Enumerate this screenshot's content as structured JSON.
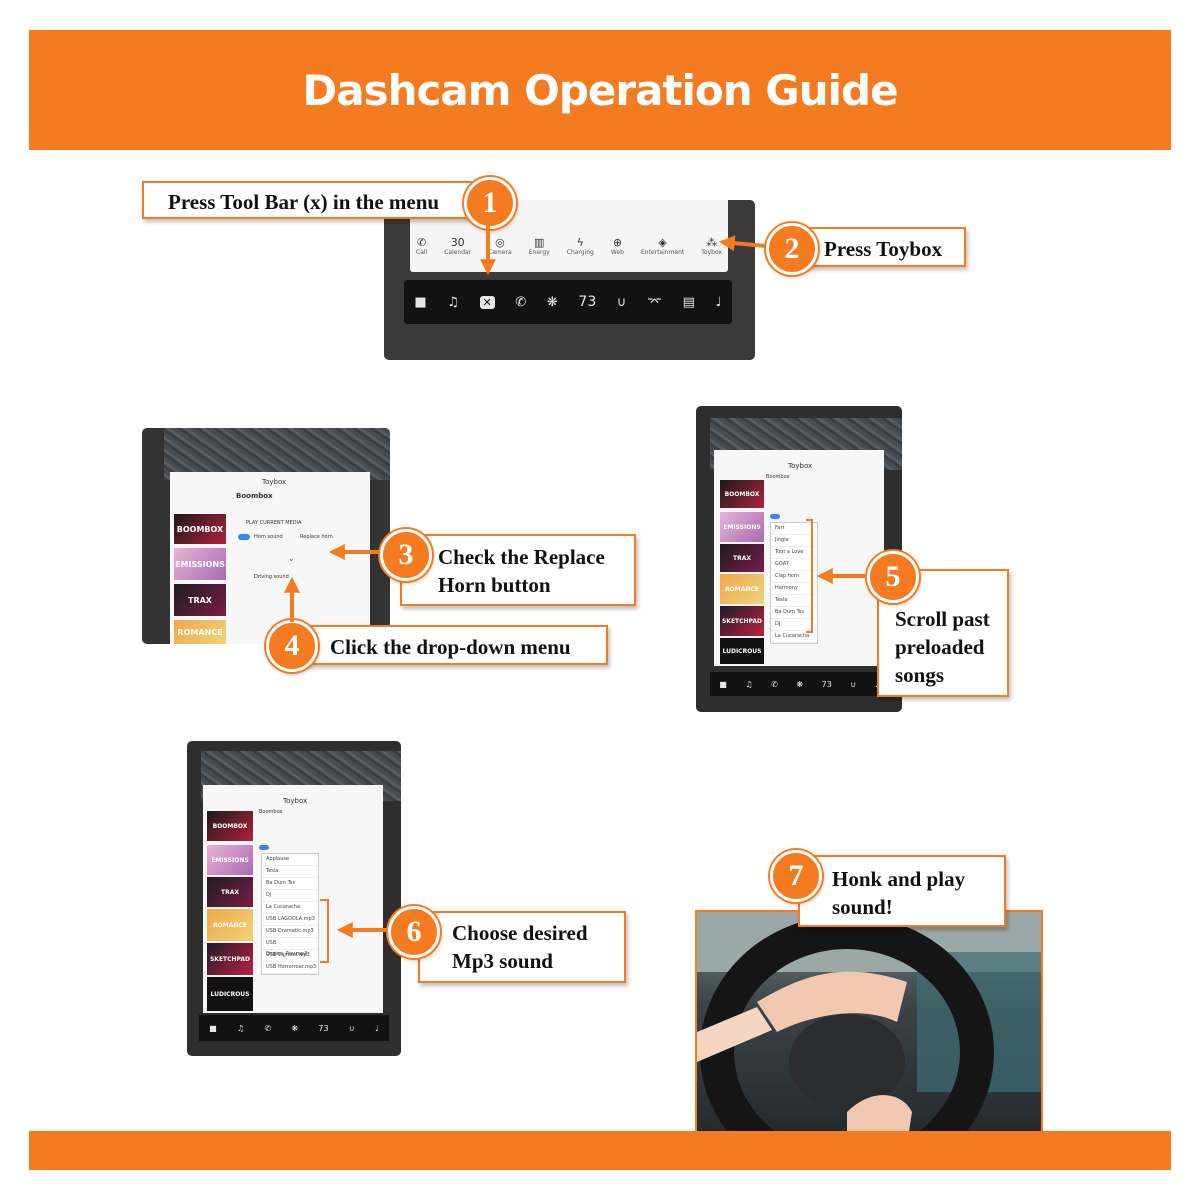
{
  "title": "Dashcam Operation Guide",
  "steps": [
    {
      "num": "1",
      "lines": [
        "Press Tool Bar (x) in the menu"
      ]
    },
    {
      "num": "2",
      "lines": [
        "Press Toybox"
      ]
    },
    {
      "num": "3",
      "lines": [
        "Check the Replace",
        "Horn button"
      ]
    },
    {
      "num": "4",
      "lines": [
        "Click the drop-down menu"
      ]
    },
    {
      "num": "5",
      "lines": [
        "Scroll past",
        "preloaded",
        "songs"
      ]
    },
    {
      "num": "6",
      "lines": [
        "Choose desired",
        "Mp3 sound"
      ]
    },
    {
      "num": "7",
      "lines": [
        "Honk and play",
        "sound!"
      ]
    }
  ],
  "toolbar_apps": [
    {
      "icon": "phone-icon",
      "glyph": "✆",
      "label": "Call"
    },
    {
      "icon": "calendar-icon",
      "glyph": "30",
      "label": "Calendar"
    },
    {
      "icon": "camera-icon",
      "glyph": "◎",
      "label": "Camera"
    },
    {
      "icon": "energy-icon",
      "glyph": "▥",
      "label": "Energy"
    },
    {
      "icon": "charging-icon",
      "glyph": "ϟ",
      "label": "Charging"
    },
    {
      "icon": "web-icon",
      "glyph": "⊕",
      "label": "Web"
    },
    {
      "icon": "entertainment-icon",
      "glyph": "◈",
      "label": "Entertainment"
    },
    {
      "icon": "toybox-icon",
      "glyph": "⁂",
      "label": "Toybox"
    }
  ],
  "bottom_bar": {
    "temp": "73"
  },
  "toybox": {
    "title": "Toybox",
    "boombox": "Boombox",
    "play_movement": "PLAY CURRENT MEDIA",
    "horn_sound": "Horn sound",
    "replace_horn": "Replace horn",
    "driving_sound": "Driving sound",
    "tiles": [
      "BOOMBOX",
      "EMISSIONS",
      "TRAX",
      "ROMANCE",
      "SKETCHPAD",
      "LUDICROUS"
    ]
  },
  "song_list_preloaded": [
    "Fart",
    "Jingle",
    "Toot a Love",
    "GOAT",
    "Clap horn",
    "Harmony",
    "Tesla",
    "Ba Dum Tss",
    "DJ",
    "La Cucaracha"
  ],
  "song_list_mp3": [
    "Applause",
    "Tesla",
    "Ba Dum Tss",
    "DJ",
    "La Cucaracha",
    "USB LAGOOLA.mp3",
    "USB Dramatic.mp3",
    "USB Engine_Rev.mp3",
    "USB Canned.mp3",
    "USB Horrorroar.mp3"
  ]
}
